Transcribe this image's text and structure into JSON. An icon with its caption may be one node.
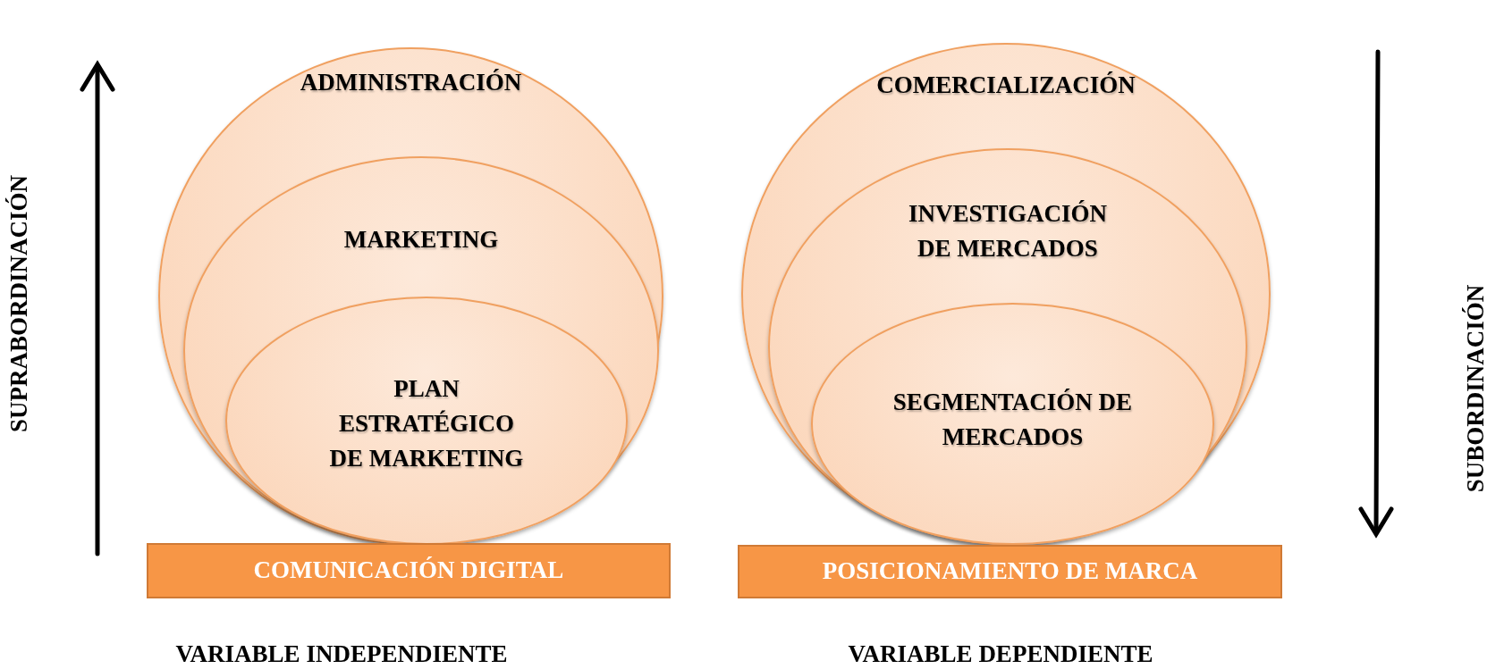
{
  "diagram": {
    "nodes": [
      {
        "text": [
          "ADMINISTRACIÓN"
        ]
      },
      {
        "text": [
          "MARKETING"
        ],
        "in": 0
      },
      {
        "text": [
          "PLAN ESTRATÉGICO DE MARKETING"
        ],
        "in": 1
      },
      {
        "text": [
          "COMUNICACIÓN DIGITAL"
        ]
      },
      {
        "text": [
          "COMERCIALIZACIÓN"
        ]
      },
      {
        "text": [
          "INVESTIGACIÓN DE MERCADOS"
        ],
        "in": 4
      },
      {
        "text": [
          "SEGMENTACIÓN DE MERCADOS"
        ],
        "in": 5
      },
      {
        "text": [
          "POSICIONAMIENTO DE MARCA"
        ]
      }
    ],
    "edges": [],
    "labels": [
      "SUPRABORDINACIÓN",
      "SUBORDINACIÓN",
      "VARIABLE INDEPENDIENTE",
      "VARIABLE DEPENDIENTE"
    ]
  }
}
